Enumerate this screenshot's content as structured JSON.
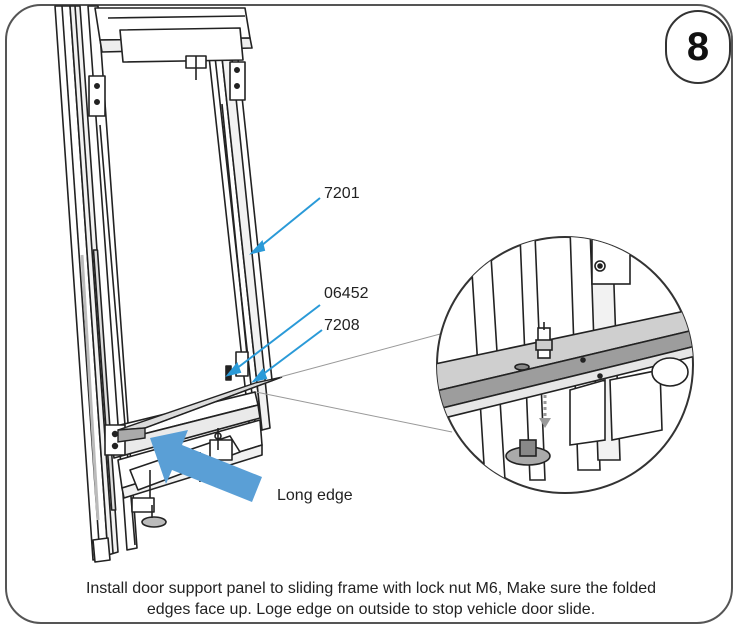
{
  "step": {
    "number": "8"
  },
  "callouts": [
    {
      "id": "frame",
      "label": "7201"
    },
    {
      "id": "lock-nut",
      "label": "06452"
    },
    {
      "id": "support-panel",
      "label": "7208"
    },
    {
      "id": "long-edge",
      "label": "Long edge"
    }
  ],
  "caption": {
    "line1": "Install door support panel to sliding frame with lock nut M6, Make sure the folded",
    "line2": "edges face up. Loge edge on outside to stop vehicle door slide."
  },
  "colors": {
    "callout_line": "#2a9ad8",
    "big_arrow": "#5a9fd6",
    "line_art": "#222222",
    "frame_border": "#555555"
  }
}
